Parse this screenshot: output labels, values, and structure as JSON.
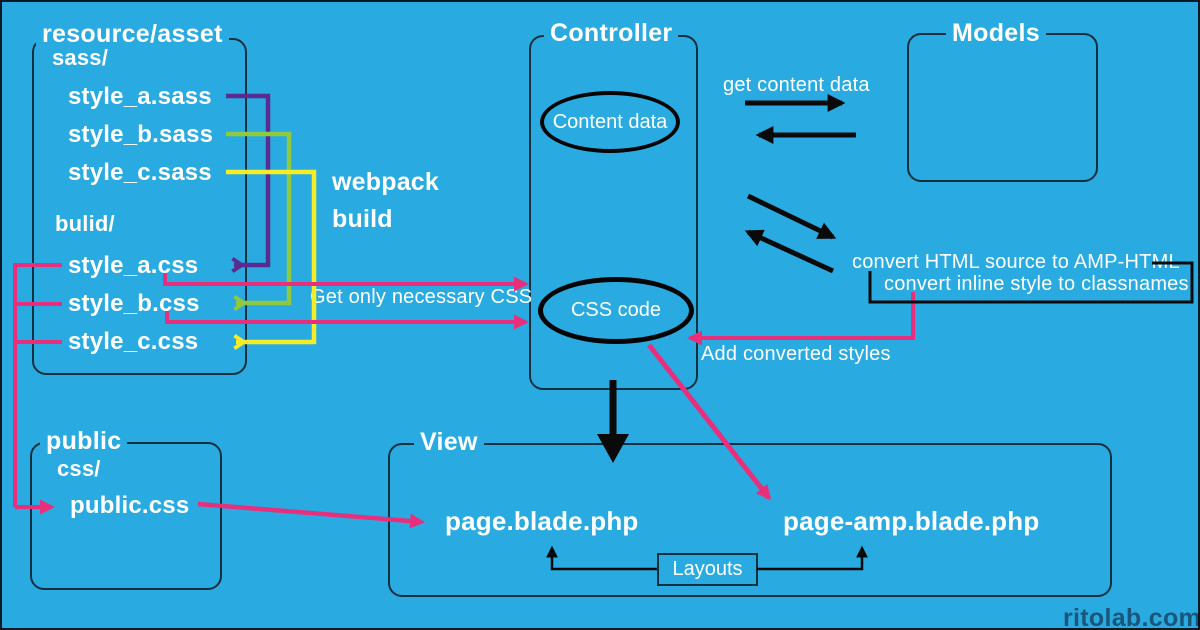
{
  "colors": {
    "background": "#29ABE2",
    "pink": "#E72F7C",
    "purple": "#5A2C8F",
    "green": "#8FC93F",
    "yellow": "#F6EC27",
    "line_black": "#0A0A0A",
    "text_white": "#FFFFFF",
    "watermark_text": "#1A5679"
  },
  "resource_box": {
    "title": "resource/asset",
    "sass_folder": "sass/",
    "sass_files": [
      "style_a.sass",
      "style_b.sass",
      "style_c.sass"
    ],
    "build_folder": "bulid/",
    "css_files": [
      "style_a.css",
      "style_b.css",
      "style_c.css"
    ]
  },
  "webpack": {
    "line1": "webpack",
    "line2": "build"
  },
  "controller": {
    "title": "Controller",
    "content_ellipse_label": "Content data",
    "css_ellipse_label": "CSS code"
  },
  "models": {
    "title": "Models"
  },
  "annotations": {
    "get_content_data": "get content data",
    "get_only_necessary_css": "Get only necessary CSS",
    "convert_line1": "convert HTML source to AMP-HTML",
    "convert_line2": "convert inline style to classnames",
    "add_converted_styles": "Add converted styles"
  },
  "public_box": {
    "title": "public",
    "css_folder": "css/",
    "file": "public.css"
  },
  "view": {
    "title": "View",
    "page_template": "page.blade.php",
    "amp_template": "page-amp.blade.php",
    "layouts_label": "Layouts"
  },
  "watermark": "ritolab.com"
}
